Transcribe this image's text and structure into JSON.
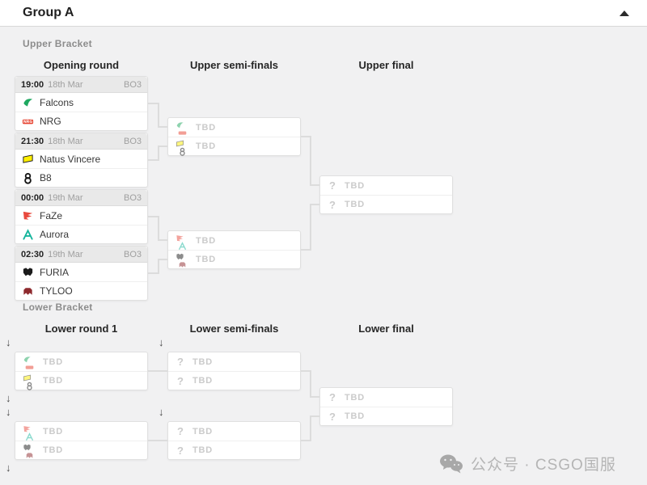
{
  "header": {
    "title": "Group A",
    "collapse_icon": "caret-up"
  },
  "upper": {
    "label": "Upper Bracket",
    "columns": [
      "Opening round",
      "Upper semi-finals",
      "Upper final"
    ],
    "matches": [
      {
        "time": "19:00",
        "date": "18th Mar",
        "format": "BO3",
        "teams": [
          {
            "name": "Falcons",
            "icon": "falcons"
          },
          {
            "name": "NRG",
            "icon": "nrg"
          }
        ]
      },
      {
        "time": "21:30",
        "date": "18th Mar",
        "format": "BO3",
        "teams": [
          {
            "name": "Natus Vincere",
            "icon": "navi"
          },
          {
            "name": "B8",
            "icon": "b8"
          }
        ]
      },
      {
        "time": "00:00",
        "date": "19th Mar",
        "format": "BO3",
        "teams": [
          {
            "name": "FaZe",
            "icon": "faze"
          },
          {
            "name": "Aurora",
            "icon": "aurora"
          }
        ]
      },
      {
        "time": "02:30",
        "date": "19th Mar",
        "format": "BO3",
        "teams": [
          {
            "name": "FURIA",
            "icon": "furia"
          },
          {
            "name": "TYLOO",
            "icon": "tyloo"
          }
        ]
      }
    ],
    "semis": [
      {
        "slots": [
          {
            "label": "TBD",
            "icons": [
              "falcons",
              "nrg"
            ]
          },
          {
            "label": "TBD",
            "icons": [
              "navi",
              "b8"
            ]
          }
        ]
      },
      {
        "slots": [
          {
            "label": "TBD",
            "icons": [
              "faze",
              "aurora"
            ]
          },
          {
            "label": "TBD",
            "icons": [
              "furia",
              "tyloo"
            ]
          }
        ]
      }
    ],
    "final": {
      "slots": [
        {
          "label": "TBD",
          "icon": "question"
        },
        {
          "label": "TBD",
          "icon": "question"
        }
      ]
    }
  },
  "lower": {
    "label": "Lower Bracket",
    "columns": [
      "Lower round 1",
      "Lower semi-finals",
      "Lower final"
    ],
    "round1": [
      {
        "slots": [
          {
            "label": "TBD",
            "icons": [
              "falcons",
              "nrg"
            ]
          },
          {
            "label": "TBD",
            "icons": [
              "navi",
              "b8"
            ]
          }
        ]
      },
      {
        "slots": [
          {
            "label": "TBD",
            "icons": [
              "faze",
              "aurora"
            ]
          },
          {
            "label": "TBD",
            "icons": [
              "furia",
              "tyloo"
            ]
          }
        ]
      }
    ],
    "semis": [
      {
        "slots": [
          {
            "label": "TBD",
            "icon": "question"
          },
          {
            "label": "TBD",
            "icon": "question"
          }
        ]
      },
      {
        "slots": [
          {
            "label": "TBD",
            "icon": "question"
          },
          {
            "label": "TBD",
            "icon": "question"
          }
        ]
      }
    ],
    "final": {
      "slots": [
        {
          "label": "TBD",
          "icon": "question"
        },
        {
          "label": "TBD",
          "icon": "question"
        }
      ]
    }
  },
  "watermark": {
    "text": "公众号 · CSGO国服",
    "icon": "wechat"
  },
  "colors": {
    "falcons": "#1fa860",
    "nrg": "#e6402d",
    "navi": "#ffef00",
    "b8": "#141414",
    "faze": "#e8493d",
    "aurora": "#16b59c",
    "furia": "#1b1b1b",
    "tyloo": "#8e2a2e",
    "background": "#f1f1f2",
    "card_header": "#e9e9e9",
    "connector": "#dcdcdc",
    "tbd_text": "#cbcbcb"
  }
}
